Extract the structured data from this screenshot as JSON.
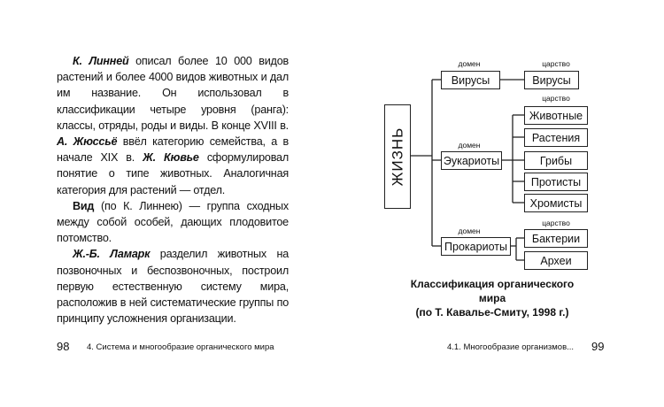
{
  "text": {
    "p1_name": "К. Линней",
    "p1_a": " описал более 10 000 видов растений и более 4000 видов животных и дал им название. Он использовал в классификации четыре уровня (ранга): классы, отряды, роды и виды. В конце XVIII в. ",
    "p1_name2": "А. Жюссьё",
    "p1_b": " ввёл категорию семейства, а в начале XIX в. ",
    "p1_name3": "Ж. Кювье",
    "p1_c": " сформулировал понятие о типе животных. Аналогичная категория для растений — отдел.",
    "p2_term": "Вид",
    "p2_rest": " (по К. Линнею) — группа сходных между собой особей, дающих плодовитое потомство.",
    "p3_name": "Ж.-Б. Ламарк",
    "p3_rest": " разделил животных на позвоночных и беспозвоночных, построил первую естественную систему мира, расположив в ней систематические группы по принципу усложнения организации."
  },
  "diagram": {
    "root": "ЖИЗНЬ",
    "domain_label": "домен",
    "kingdom_label": "царство",
    "domains": [
      "Вирусы",
      "Эукариоты",
      "Прокариоты"
    ],
    "virus_kingdoms": [
      "Вирусы"
    ],
    "eukaryote_kingdoms": [
      "Животные",
      "Растения",
      "Грибы",
      "Протисты",
      "Хромисты"
    ],
    "prokaryote_kingdoms": [
      "Бактерии",
      "Археи"
    ],
    "caption_line1": "Классификация органического мира",
    "caption_line2": "(по Т. Кавалье-Смиту, 1998 г.)"
  },
  "footer": {
    "left_page": "98",
    "left_title": "4. Система и многообразие органического мира",
    "right_title": "4.1. Многообразие организмов...",
    "right_page": "99"
  }
}
